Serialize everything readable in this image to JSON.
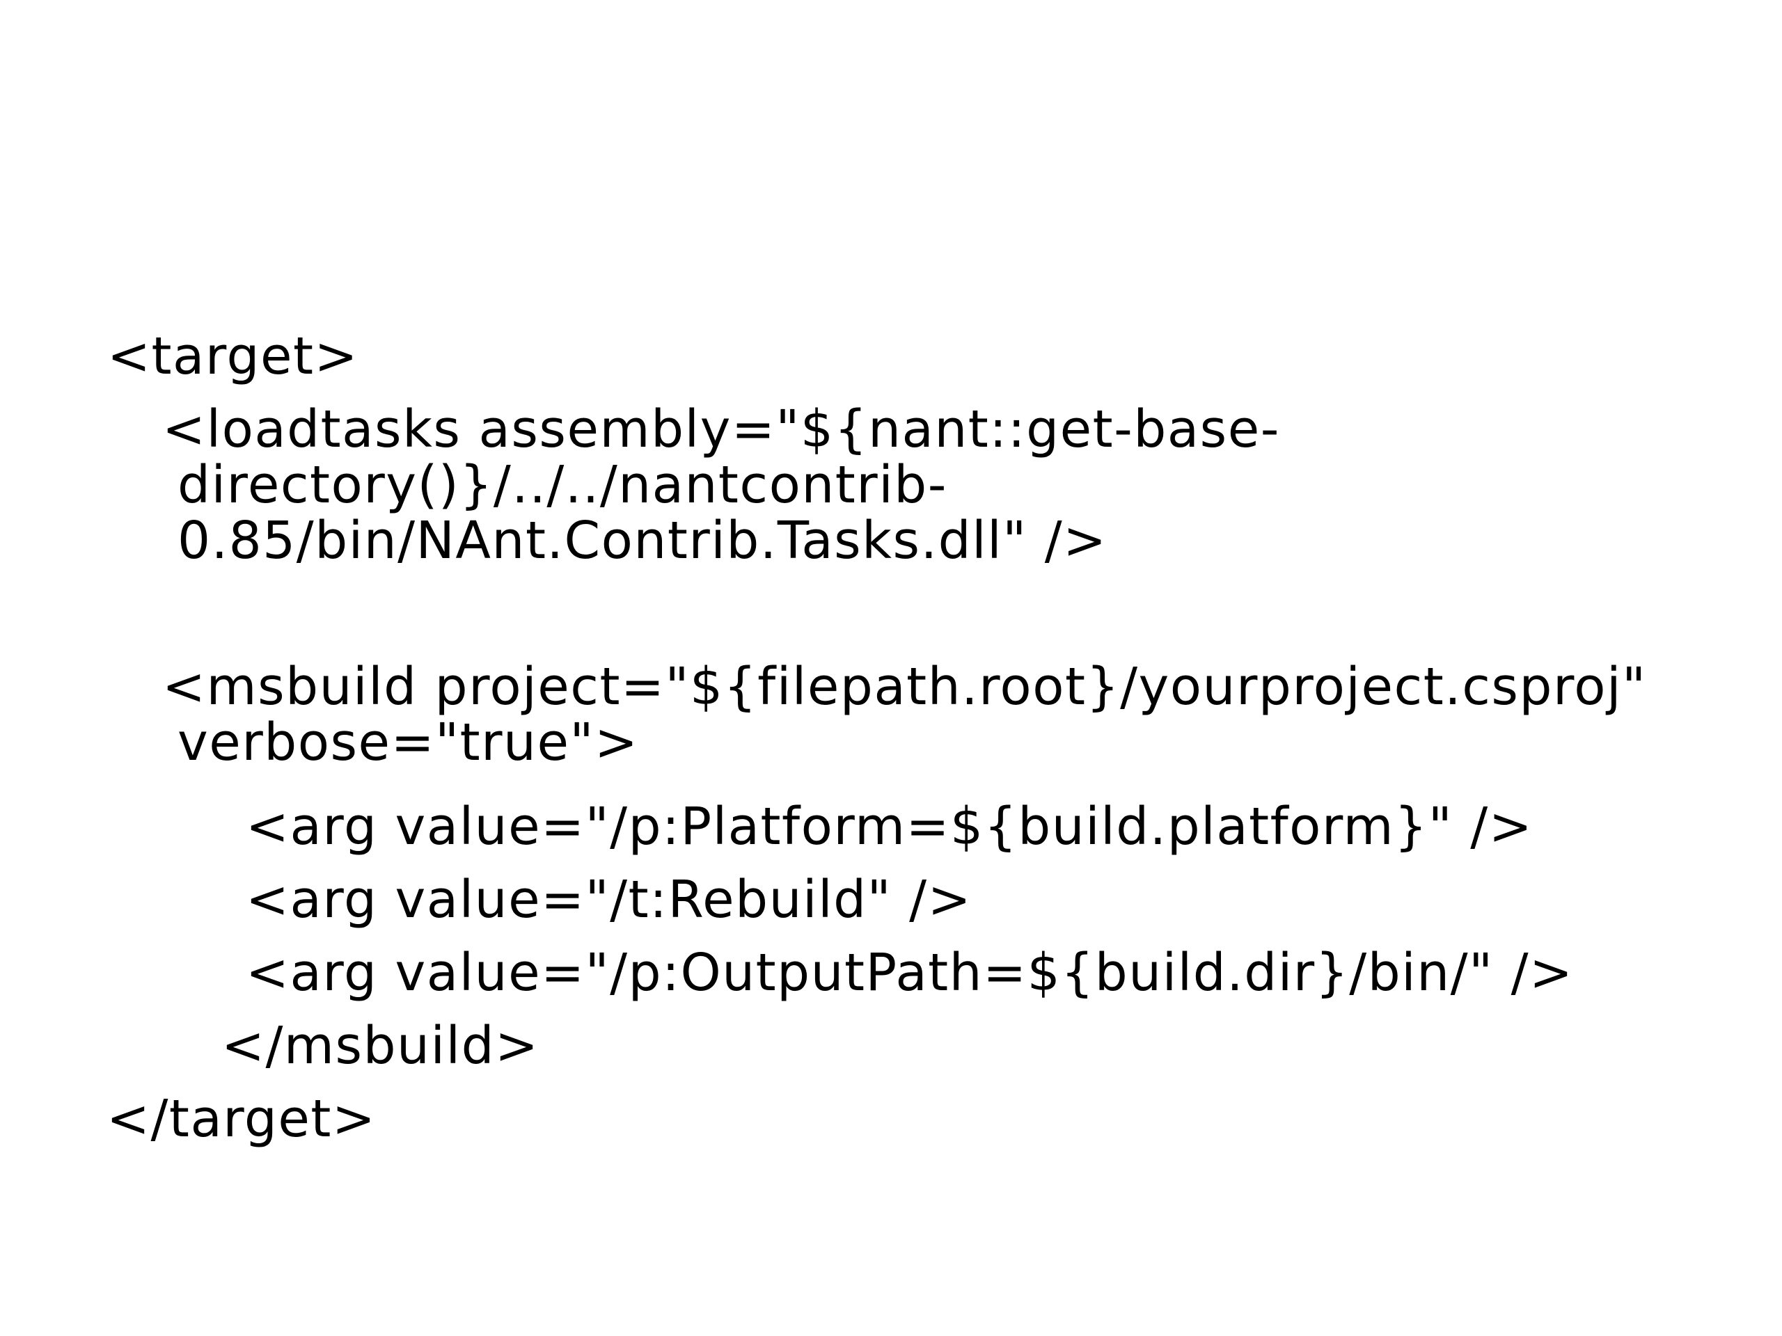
{
  "slide": {
    "background_color": "#ffffff",
    "text_color": "#000000",
    "code": {
      "language": "xml-nant-build-script",
      "lines": [
        {
          "text": "<target>"
        },
        {
          "text": "<loadtasks assembly=\"${nant::get-base-"
        },
        {
          "text": "directory()}/../../nantcontrib-"
        },
        {
          "text": "0.85/bin/NAnt.Contrib.Tasks.dll\" />"
        },
        {
          "text": ""
        },
        {
          "text": "<msbuild project=\"${filepath.root}/yourproject.csproj\""
        },
        {
          "text": "verbose=\"true\">"
        },
        {
          "text": "<arg value=\"/p:Platform=${build.platform}\" />"
        },
        {
          "text": "<arg value=\"/t:Rebuild\" />"
        },
        {
          "text": "<arg value=\"/p:OutputPath=${build.dir}/bin/\" />"
        },
        {
          "text": "</msbuild>"
        },
        {
          "text": "</target>"
        }
      ]
    }
  }
}
